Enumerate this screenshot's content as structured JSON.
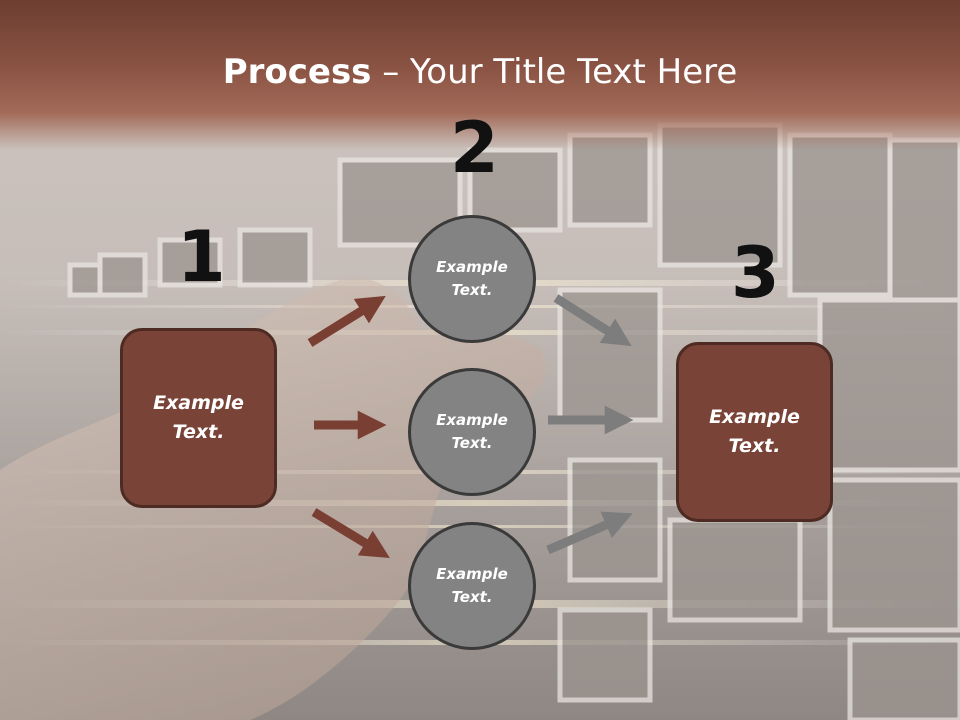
{
  "title": {
    "bold": "Process",
    "rest": " – Your Title Text Here"
  },
  "steps": {
    "n1": "1",
    "n2": "2",
    "n3": "3"
  },
  "boxes": {
    "left": [
      "Example",
      "Text."
    ],
    "right": [
      "Example",
      "Text."
    ]
  },
  "circles": {
    "top": [
      "Example",
      "Text."
    ],
    "middle": [
      "Example",
      "Text."
    ],
    "bottom": [
      "Example",
      "Text."
    ]
  },
  "colors": {
    "box": "#794337",
    "circle": "#838383",
    "arrow_red": "#7a3f33",
    "arrow_gray": "#7d7d7d"
  }
}
